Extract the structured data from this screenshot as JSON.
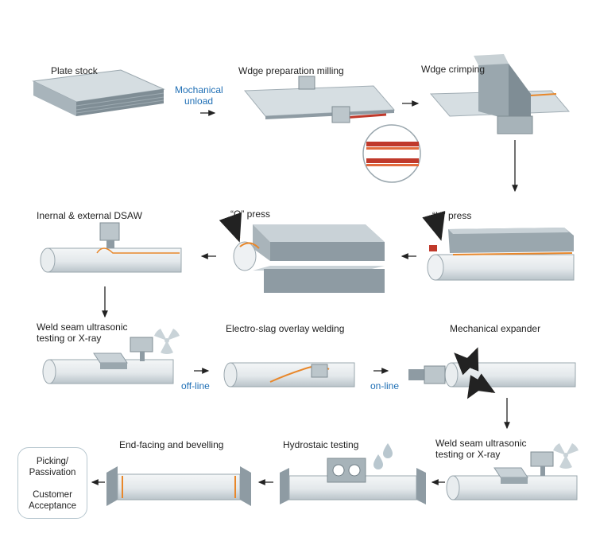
{
  "stages": {
    "plate_stock": "Plate stock",
    "edge_milling": "Wdge preparation milling",
    "edge_crimping": "Wdge crimping",
    "u_press": "“U” press",
    "o_press": "“O” press",
    "dsaw": "Inernal & external DSAW",
    "ut_xray_1_line1": "Weld seam ultrasonic",
    "ut_xray_1_line2": "testing or X-ray",
    "electro_slag": "Electro-slag overlay welding",
    "expander": "Mechanical expander",
    "ut_xray_2_line1": "Weld seam ultrasonic",
    "ut_xray_2_line2": "testing or X-ray",
    "hydrostatic": "Hydrostaic testing",
    "end_facing": "End-facing and bevelling"
  },
  "transitions": {
    "mechanical_unload_line1": "Mochanical",
    "mechanical_unload_line2": "unload",
    "off_line": "off-line",
    "on_line": "on-line"
  },
  "final_box": {
    "line1": "Picking/",
    "line2": "Passivation",
    "line3": "Customer",
    "line4": "Acceptance"
  },
  "colors": {
    "steel_top": "#d9e1e5",
    "steel_side": "#8e9ba3",
    "weld_accent": "#e8872a",
    "edge_red": "#c0392b",
    "label_blue": "#1f6fb5"
  },
  "icons": [
    "radiation-icon",
    "water-drop-icon",
    "pressure-gauge-icon",
    "arrow-icon"
  ]
}
